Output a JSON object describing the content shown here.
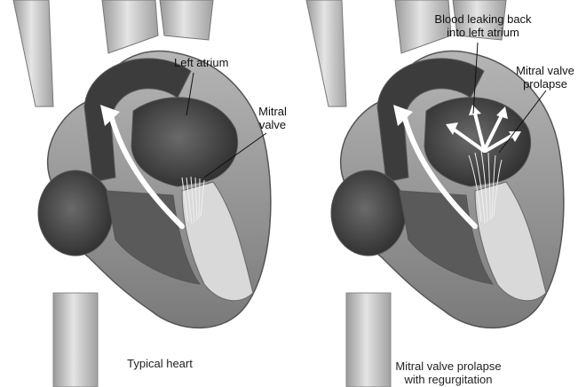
{
  "left_panel": {
    "label_left_atrium": "Left atrium",
    "label_mitral_valve_line1": "Mitral",
    "label_mitral_valve_line2": "valve",
    "caption": "Typical heart"
  },
  "right_panel": {
    "label_leak_line1": "Blood leaking back",
    "label_leak_line2": "into left atrium",
    "label_prolapse_line1": "Mitral valve",
    "label_prolapse_line2": "prolapse",
    "caption_line1": "Mitral valve prolapse",
    "caption_line2": "with regurgitation"
  },
  "colors": {
    "vessel_light": "#cfcfcf",
    "chamber_dark": "#4a4a4a",
    "wall_mid": "#8a8a8a",
    "arrow": "#ffffff"
  }
}
